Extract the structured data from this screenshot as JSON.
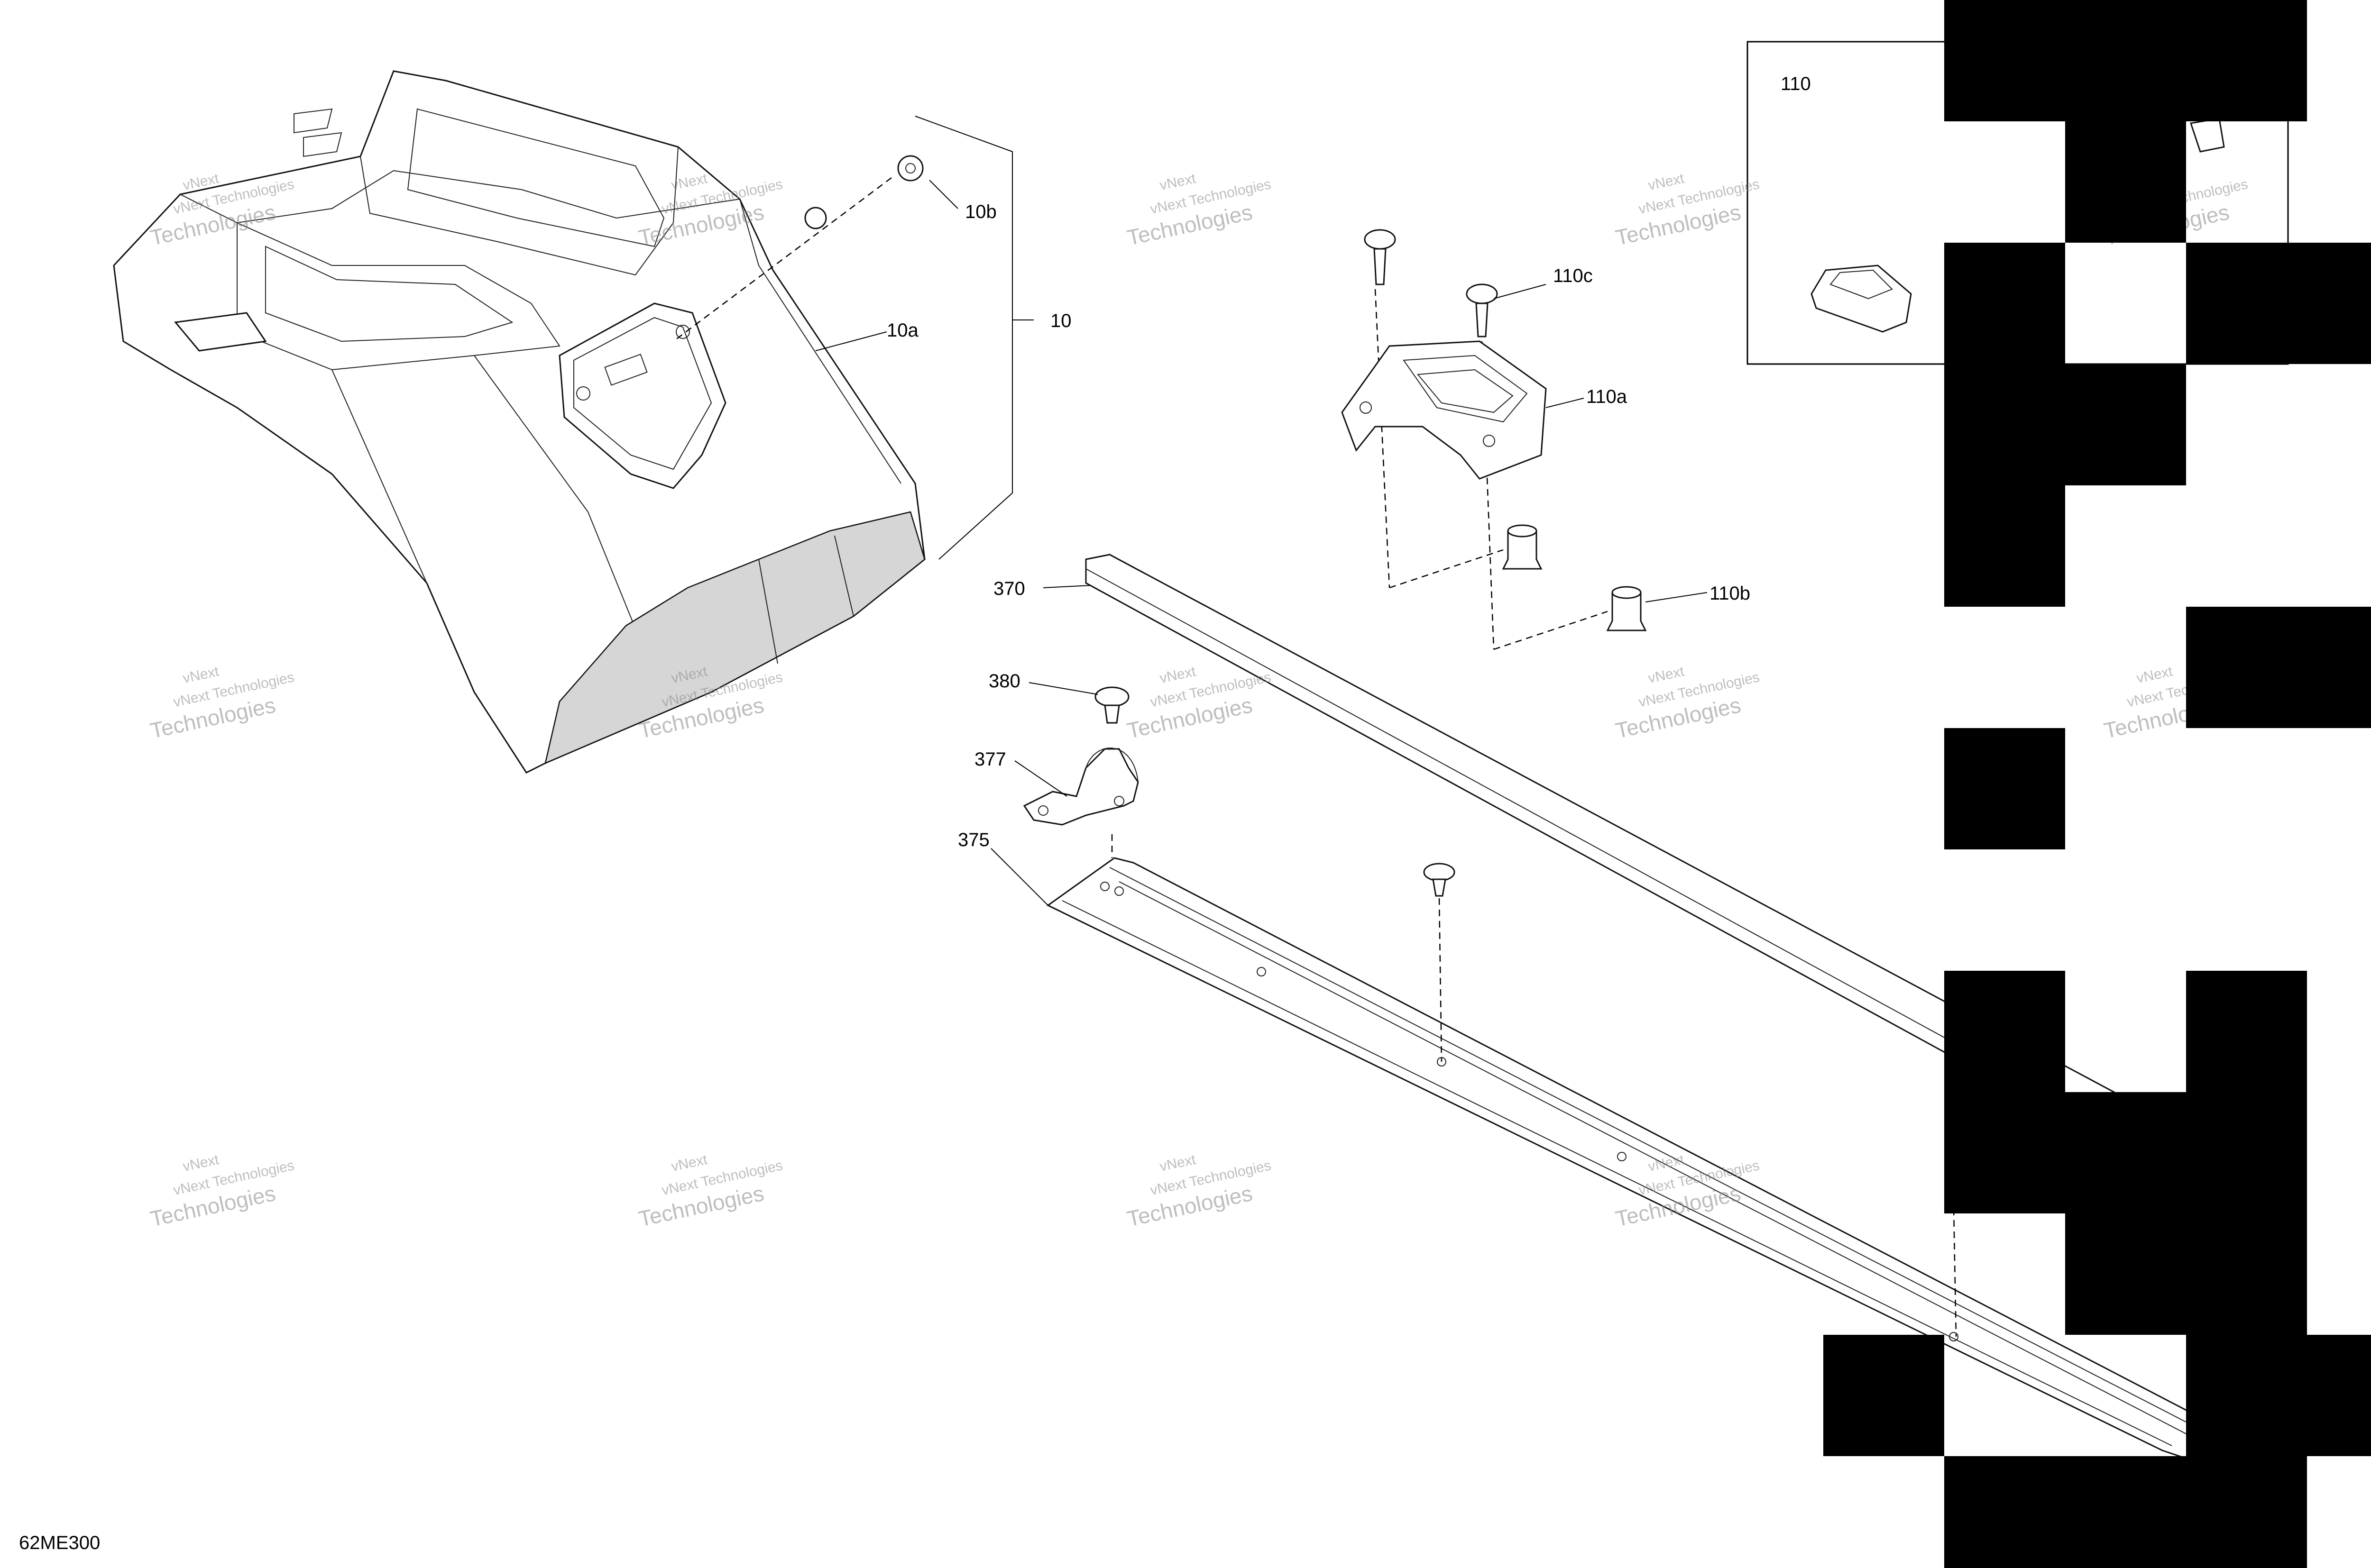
{
  "diagram_code": "62ME300",
  "callouts": {
    "c10": "10",
    "c10a": "10a",
    "c10b": "10b",
    "c110": "110",
    "c110a": "110a",
    "c110b": "110b",
    "c110c": "110c",
    "c370": "370",
    "c375": "375",
    "c377": "377",
    "c380": "380"
  },
  "watermark": {
    "line1": "vNext Technologies",
    "line2": "vNext",
    "line3": "Technologies"
  },
  "colors": {
    "line": "#111111",
    "shade": "#d6d6d6",
    "watermark": "#8a8a8a",
    "redaction": "#000000"
  }
}
